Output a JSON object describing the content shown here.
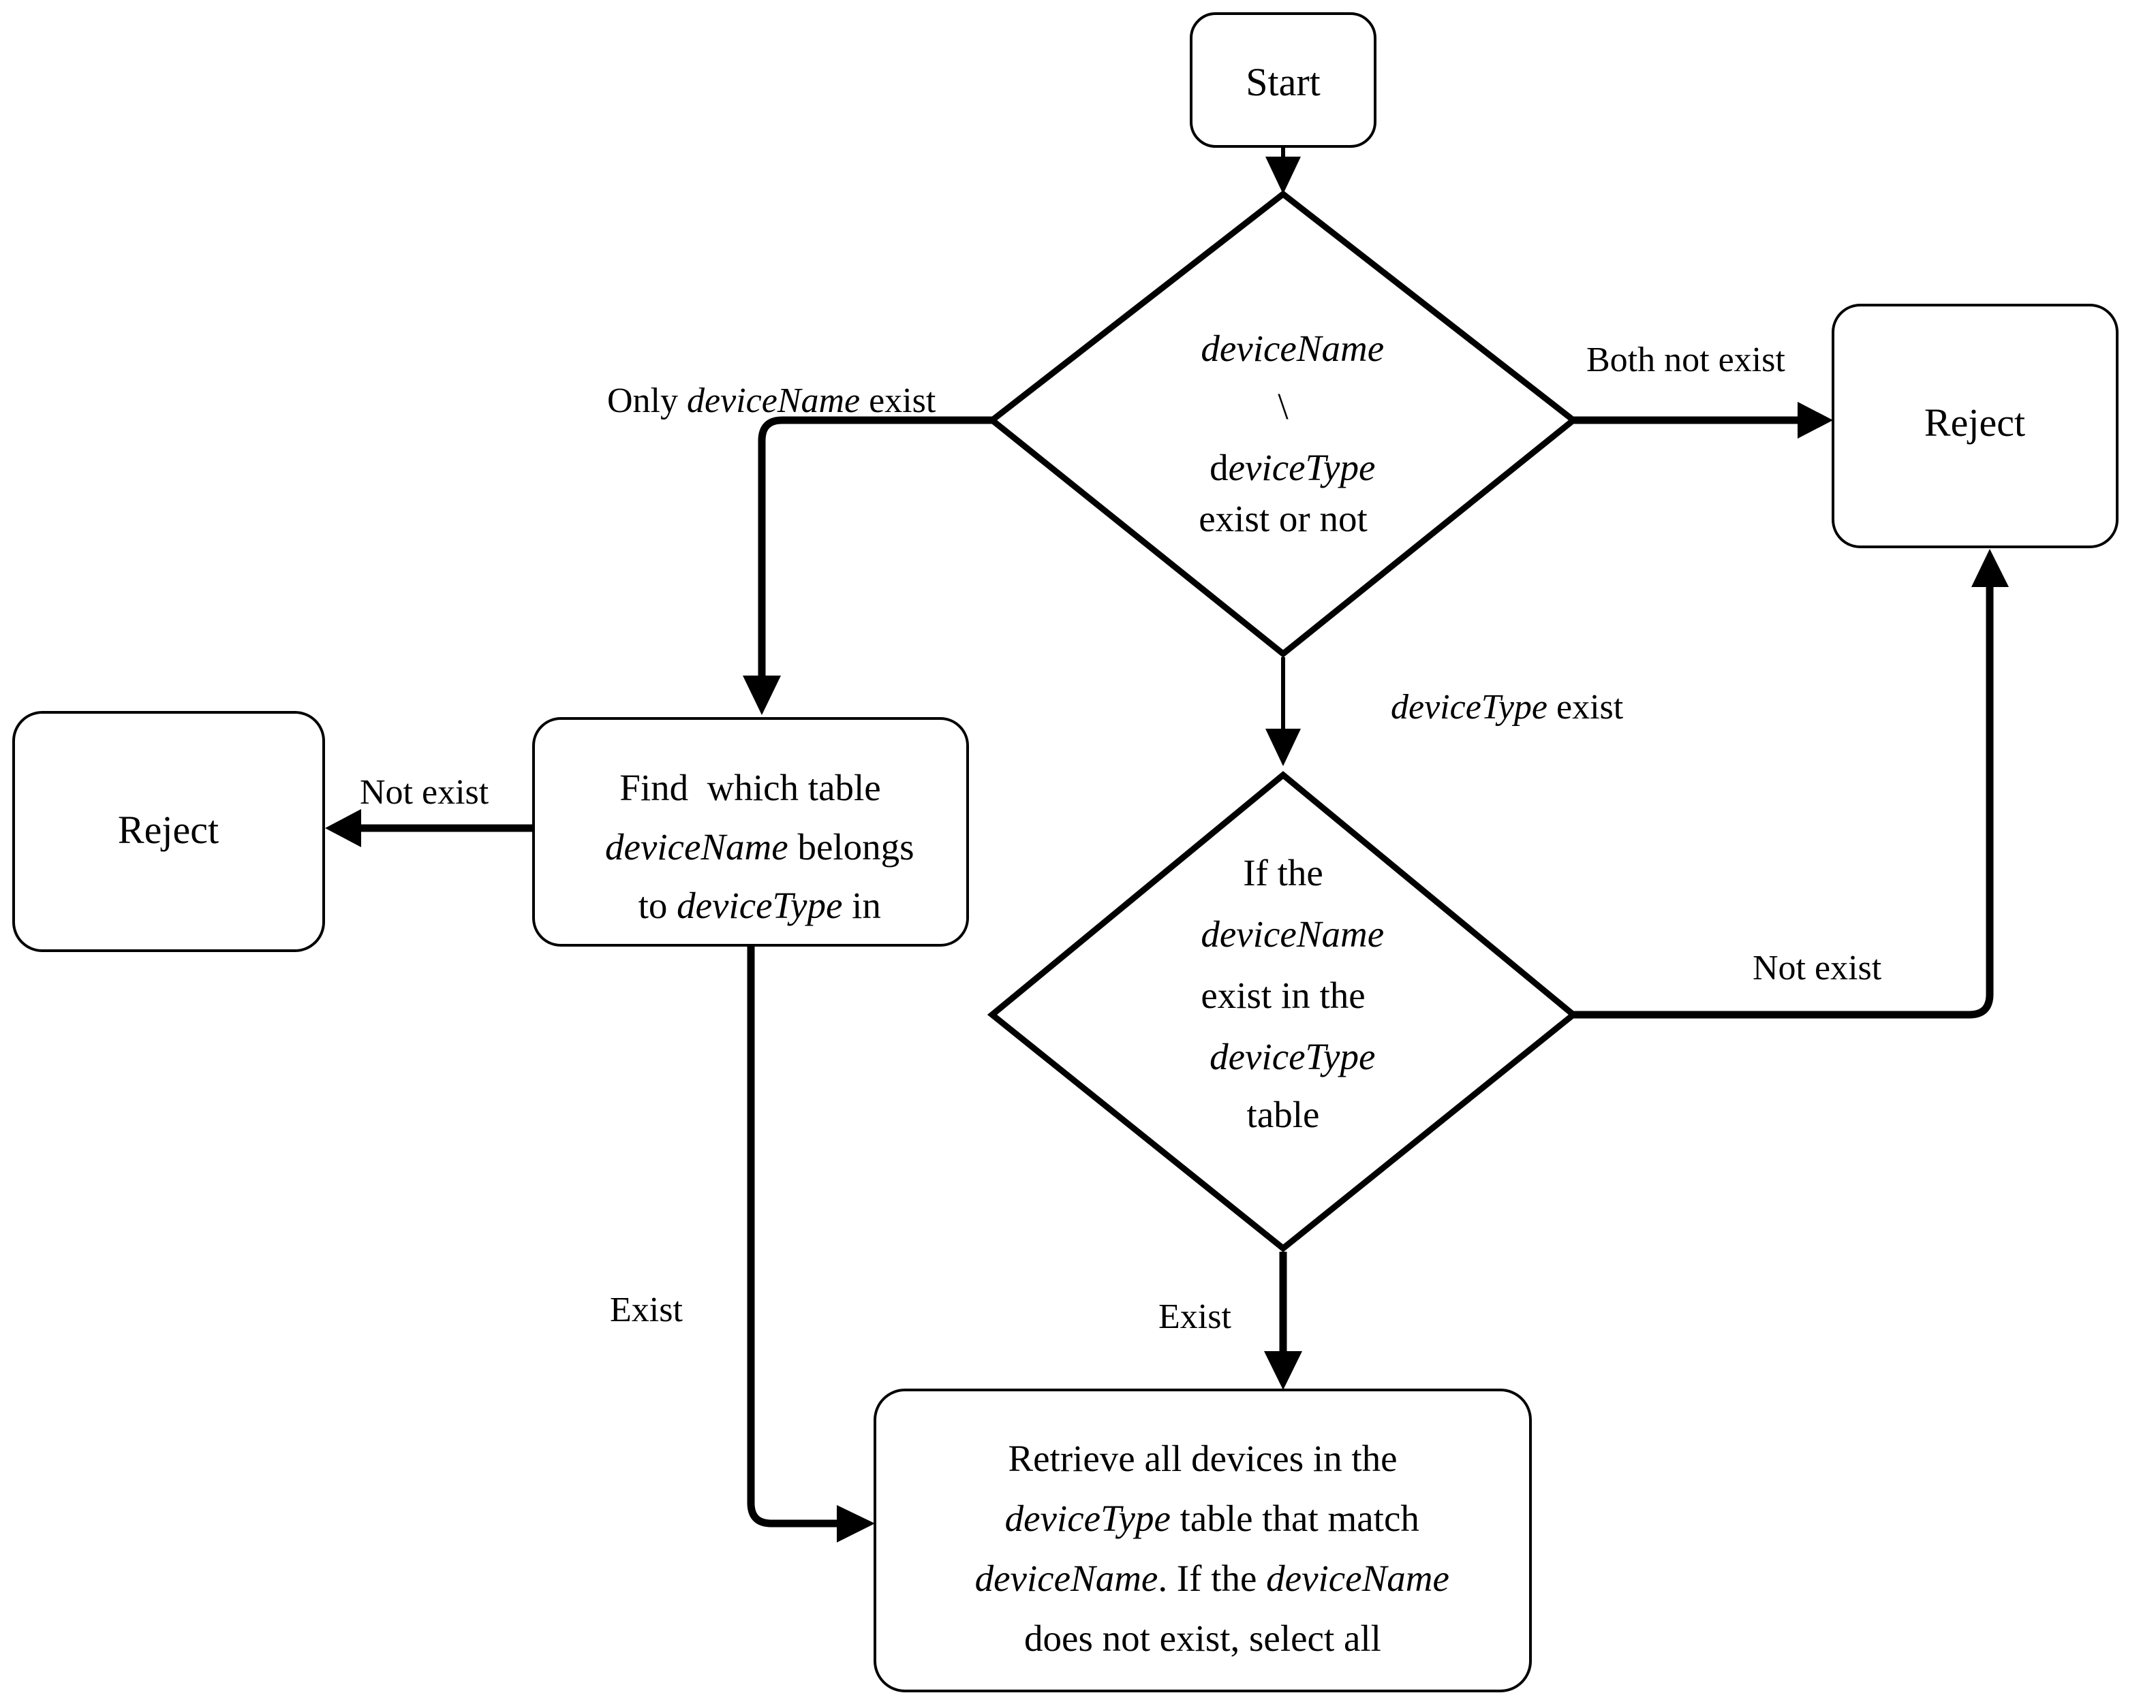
{
  "diagram": {
    "type": "flowchart",
    "title_visible": false,
    "background_color": "#ffffff",
    "stroke_color": "#000000",
    "text_color": "#000000"
  },
  "nodes": {
    "start": {
      "id": "start",
      "shape": "rounded-rect",
      "label": "Start"
    },
    "decision_name_type": {
      "id": "decision_name_type",
      "shape": "diamond",
      "line1_italic": "deviceName",
      "line2": "\\",
      "line3_prefix": "d",
      "line3_italic": "eviceType",
      "line4": "exist or not"
    },
    "reject_right": {
      "id": "reject_right",
      "shape": "rounded-rect",
      "label": "Reject"
    },
    "find_table": {
      "id": "find_table",
      "shape": "rounded-rect",
      "line1": "Find  which table",
      "line2_italic": "deviceName",
      "line2_tail": " belongs",
      "line3_head": "to ",
      "line3_italic": "deviceType",
      "line3_tail": " in"
    },
    "reject_left": {
      "id": "reject_left",
      "shape": "rounded-rect",
      "label": "Reject"
    },
    "decision_name_in_table": {
      "id": "decision_name_in_table",
      "shape": "diamond",
      "line1": "If the",
      "line2_italic": "deviceName",
      "line3": "exist in the",
      "line4_italic": "deviceType",
      "line5": "table"
    },
    "retrieve": {
      "id": "retrieve",
      "shape": "rounded-rect",
      "line1": "Retrieve all devices in the",
      "line2_italic": "deviceType",
      "line2_tail": " table that match",
      "line3_italic": "deviceName",
      "line3_mid": ". If the ",
      "line3_italic2": "deviceName",
      "line4": "does not exist, select all"
    }
  },
  "edges": {
    "start_to_decision1": {
      "label": ""
    },
    "decision1_to_reject_right": {
      "label": "Both not exist"
    },
    "decision1_to_find_table": {
      "label": "Only deviceName exist",
      "label_plain": "Only ",
      "label_italic": "deviceName",
      "label_tail": " exist"
    },
    "decision1_to_decision2": {
      "label_italic": "deviceType",
      "label_tail": " exist"
    },
    "find_table_to_reject_left": {
      "label": "Not exist"
    },
    "find_table_to_retrieve": {
      "label": "Exist"
    },
    "decision2_to_reject_right": {
      "label": "Not exist"
    },
    "decision2_to_retrieve": {
      "label": "Exist"
    }
  }
}
